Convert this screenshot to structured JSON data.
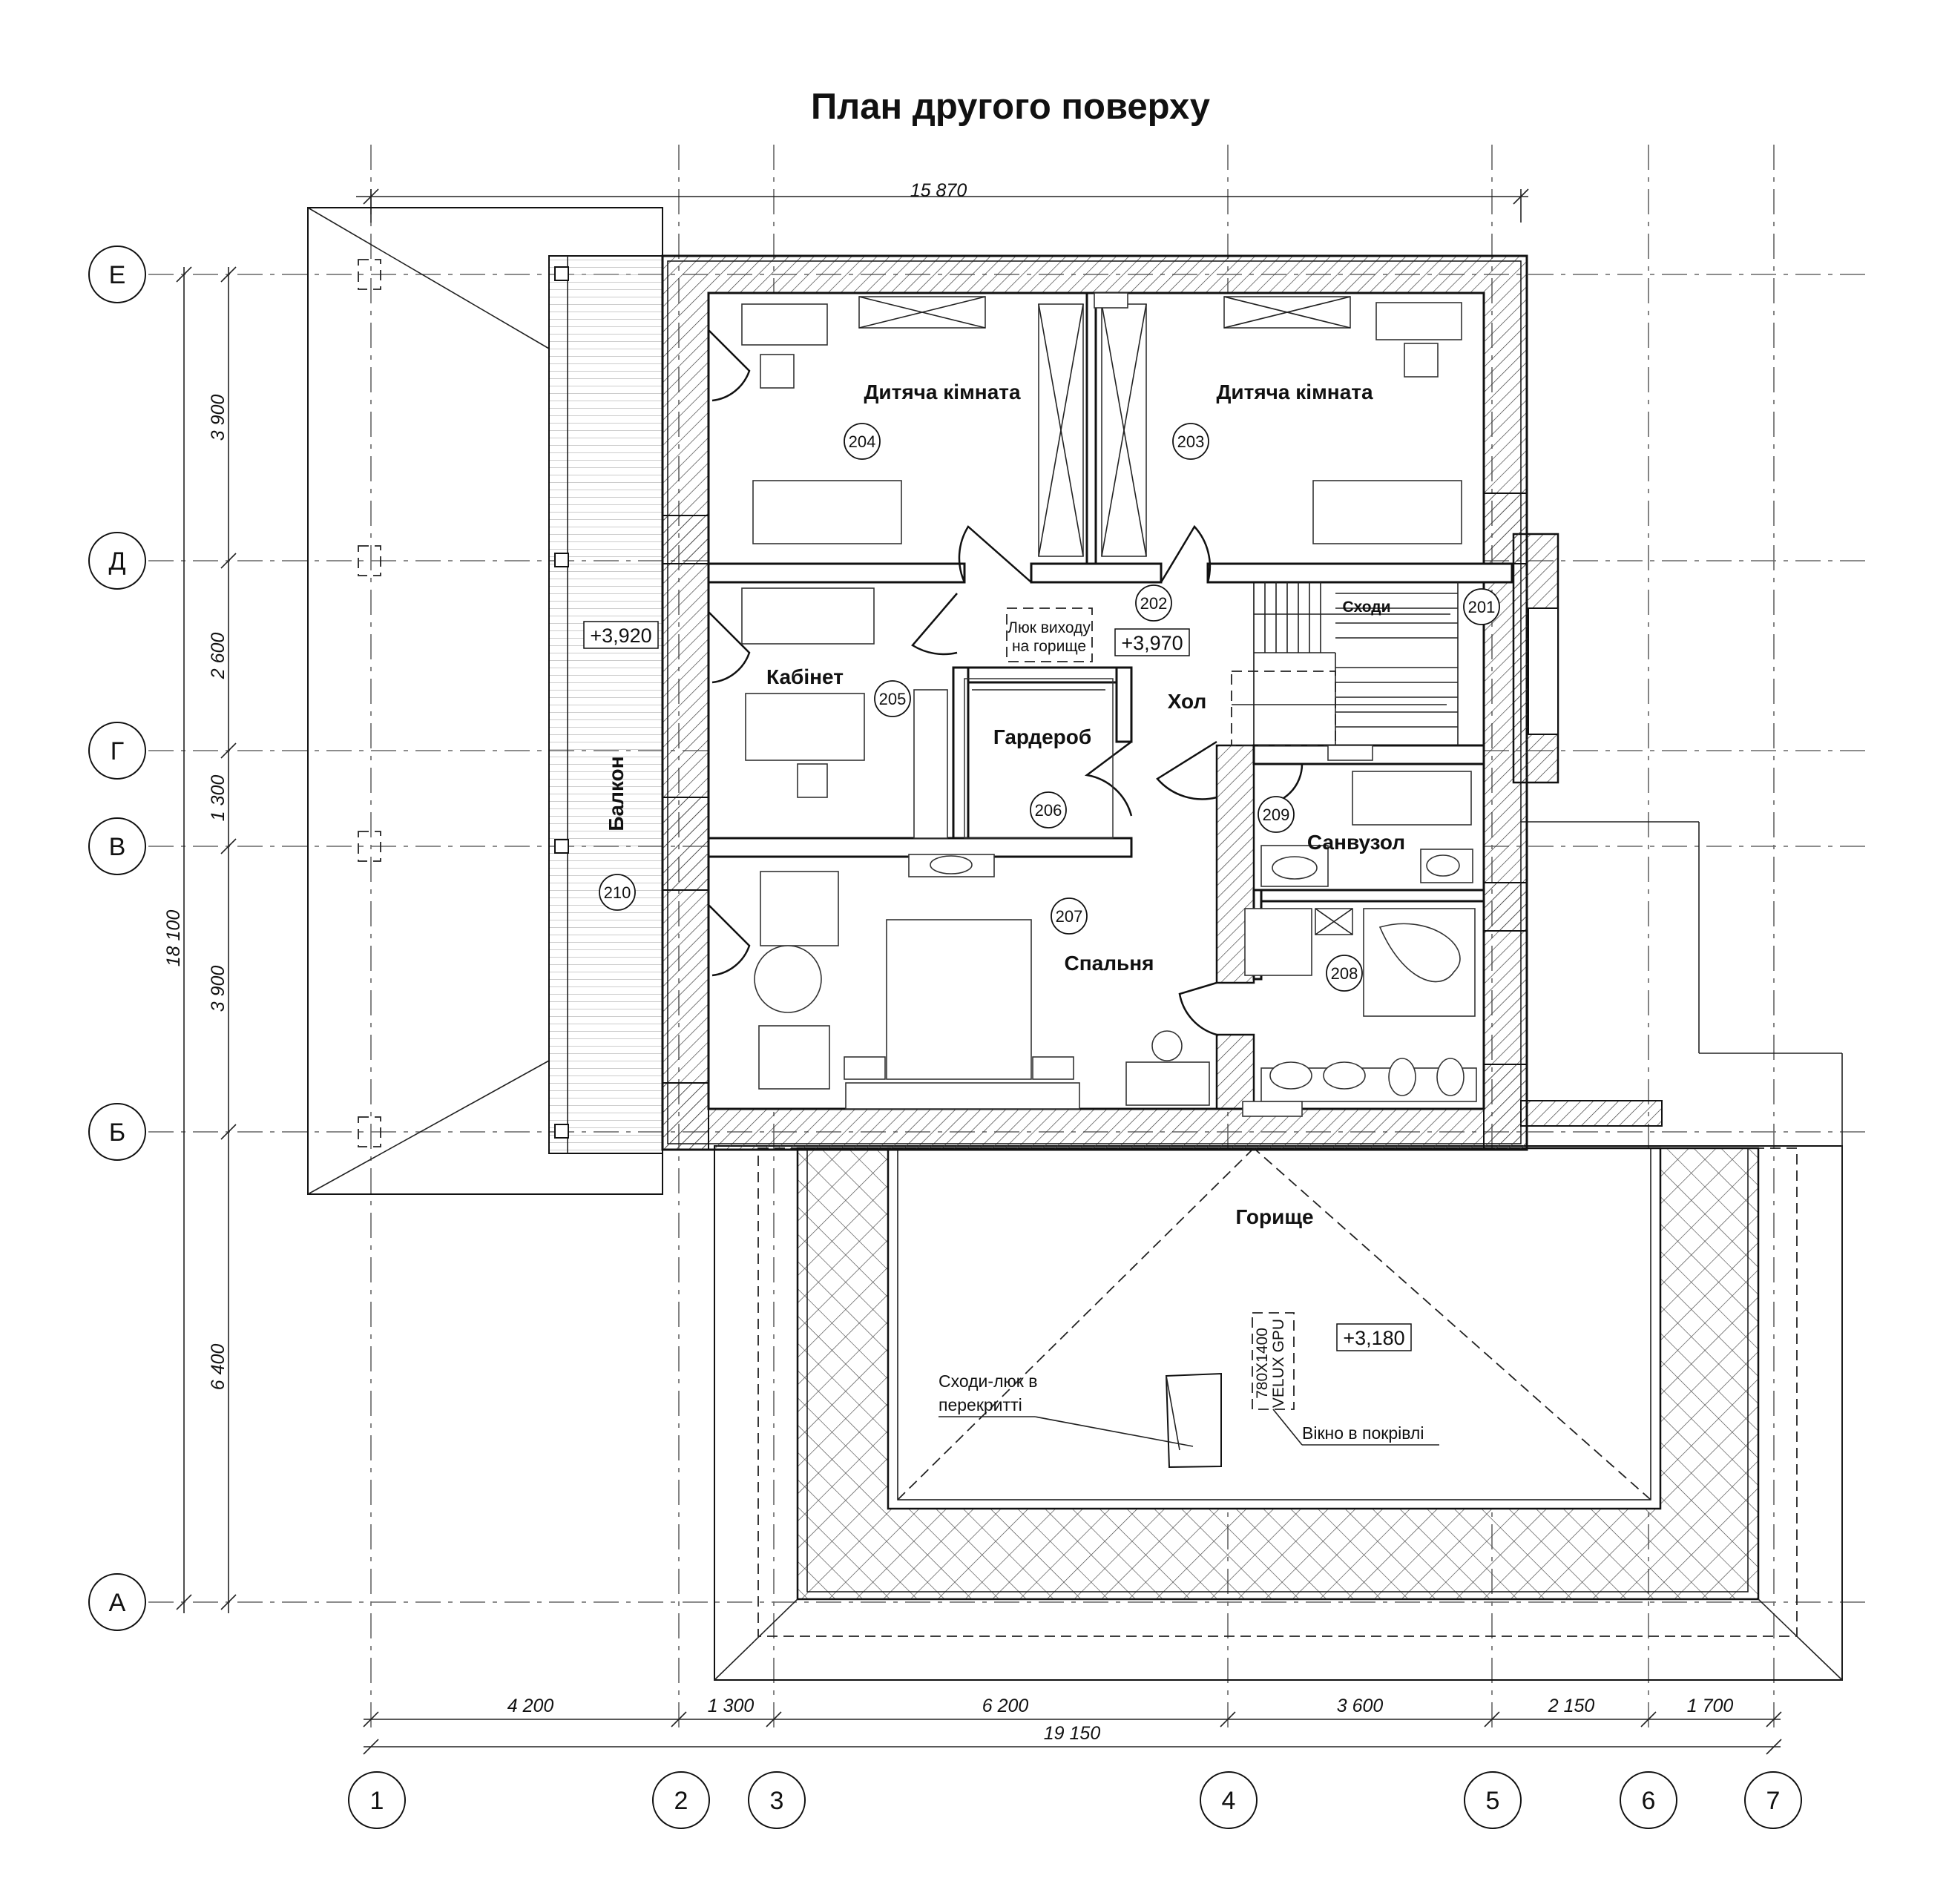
{
  "title": "План другого поверху",
  "grid_axes": {
    "horizontal": [
      "Е",
      "Д",
      "Г",
      "В",
      "Б",
      "А"
    ],
    "vertical": [
      "1",
      "2",
      "3",
      "4",
      "5",
      "6",
      "7"
    ]
  },
  "dimensions": {
    "top_overall": "15 870",
    "left_overall": "18 100",
    "left_segments": [
      "3 900",
      "2 600",
      "1 300",
      "3 900",
      "6 400"
    ],
    "bottom_segments": [
      "4 200",
      "1 300",
      "6 200",
      "3 600",
      "2 150",
      "1 700"
    ],
    "bottom_overall": "19 150"
  },
  "rooms": {
    "r204": {
      "name": "Дитяча кімната",
      "number": "204"
    },
    "r203": {
      "name": "Дитяча кімната",
      "number": "203"
    },
    "r202": {
      "name": "Хол",
      "number": "202"
    },
    "r201": {
      "name": "Сходи",
      "number": "201"
    },
    "r205": {
      "name": "Кабінет",
      "number": "205"
    },
    "r206": {
      "name": "Гардероб",
      "number": "206"
    },
    "r209": {
      "name": "Санвузол",
      "number": "209"
    },
    "r207": {
      "name": "Спальня",
      "number": "207"
    },
    "r208": {
      "name": "",
      "number": "208"
    },
    "r210": {
      "name": "Балкон",
      "number": "210"
    },
    "attic": {
      "name": "Горище"
    }
  },
  "levels": {
    "balcony": "+3,920",
    "hall": "+3,970",
    "attic": "+3,180"
  },
  "notes": {
    "hatch_line1": "Люк виходу",
    "hatch_line2": "на горище",
    "stair_hatch_line1": "Сходи-люк в",
    "stair_hatch_line2": "перекритті",
    "roof_window": "Вікно в покрівлі",
    "velux_size": "780X1400",
    "velux_model": "VELUX GPU"
  }
}
